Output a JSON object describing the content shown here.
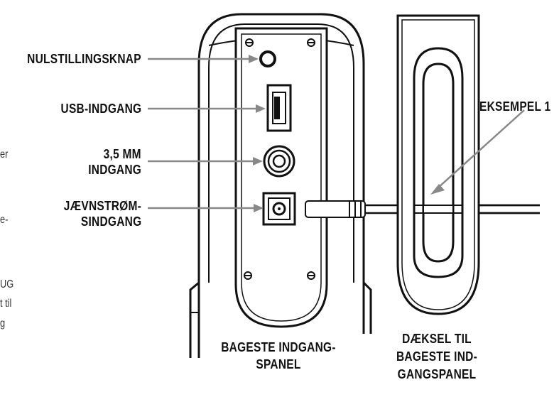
{
  "labels": {
    "reset_button": "NULSTILLINGSKNAP",
    "usb_input": "USB-INDGANG",
    "audio_line1": "3,5 MM",
    "audio_line2": "INDGANG",
    "dc_line1": "JÆVNSTRØM-",
    "dc_line2": "SINDGANG",
    "example": "EKSEMPEL 1",
    "rear_panel_line1": "BAGESTE INDGANG-",
    "rear_panel_line2": "SPANEL",
    "cover_line1": "DÆKSEL TIL",
    "cover_line2": "BAGESTE IND-",
    "cover_line3": "GANGSPANEL"
  },
  "cut_text": {
    "frag1": "er",
    "frag2": "e-",
    "frag3": "UG",
    "frag4": "t til",
    "frag5": "g"
  }
}
